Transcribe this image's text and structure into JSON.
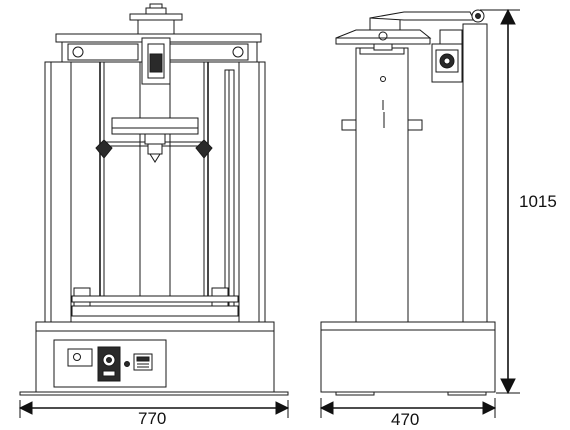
{
  "dimensions": {
    "width_label": "770",
    "depth_label": "470",
    "height_label": "1015"
  },
  "colors": {
    "line": "#1a1a1a",
    "fill": "#ffffff",
    "shade": "#9a9a9a",
    "dark": "#2a2a2a"
  }
}
